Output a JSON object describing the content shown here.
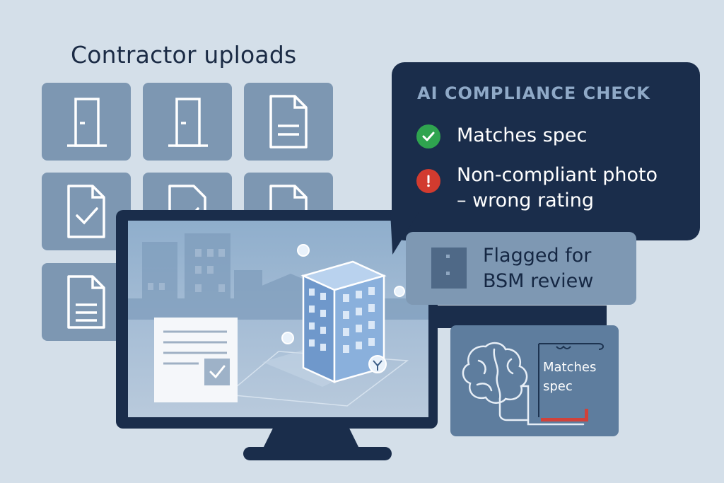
{
  "uploads": {
    "title": "Contractor uploads",
    "tiles": [
      {
        "icon": "door-icon"
      },
      {
        "icon": "door-icon"
      },
      {
        "icon": "document-icon"
      },
      {
        "icon": "document-check-icon"
      },
      {
        "icon": "document-check-icon"
      },
      {
        "icon": "document-icon"
      },
      {
        "icon": "document-icon"
      }
    ]
  },
  "compliance": {
    "title": "AI COMPLIANCE CHECK",
    "items": [
      {
        "status": "pass",
        "text": "Matches spec",
        "color": "#2fa44f"
      },
      {
        "status": "fail",
        "text_line1": "Non-compliant photo",
        "text_line2": "– wrong rating",
        "color": "#d23b2f"
      }
    ]
  },
  "flagged": {
    "line1": "Flagged for",
    "line2": "BSM review"
  },
  "ai_card": {
    "label_line1": "Matches",
    "label_line2": "spec",
    "icon": "brain-icon"
  },
  "colors": {
    "background": "#d4dfe9",
    "navy": "#1a2d4b",
    "tile": "#7d97b2",
    "accent_red": "#d0423a"
  }
}
